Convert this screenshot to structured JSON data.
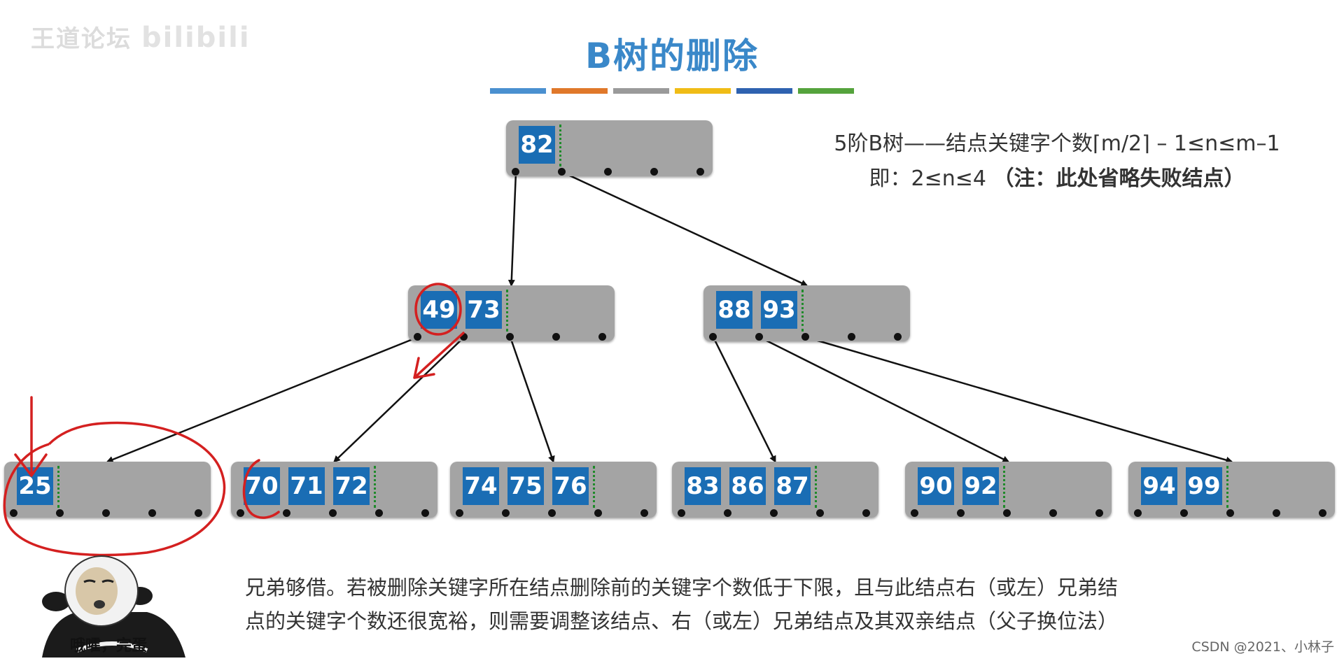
{
  "watermark": {
    "text": "王道论坛",
    "logo": "bilibili"
  },
  "title": "B树的删除",
  "title_bar_colors": [
    "#4a90d0",
    "#e0782a",
    "#9a9a9a",
    "#f0bc16",
    "#2e62b0",
    "#55a33c"
  ],
  "info": {
    "line1": "5阶B树——结点关键字个数⌈m/2⌉ – 1≤n≤m–1",
    "line2_prefix": "即：2≤n≤4 ",
    "line2_note": "（注：此处省略失败结点）"
  },
  "tree": {
    "root": {
      "keys": [
        "82"
      ]
    },
    "level1": [
      {
        "keys": [
          "49",
          "73"
        ]
      },
      {
        "keys": [
          "88",
          "93"
        ]
      }
    ],
    "leaves": [
      {
        "keys": [
          "25"
        ]
      },
      {
        "keys": [
          "70",
          "71",
          "72"
        ]
      },
      {
        "keys": [
          "74",
          "75",
          "76"
        ]
      },
      {
        "keys": [
          "83",
          "86",
          "87"
        ]
      },
      {
        "keys": [
          "90",
          "92"
        ]
      },
      {
        "keys": [
          "94",
          "99"
        ]
      }
    ]
  },
  "colors": {
    "node_bg": "#a4a4a4",
    "key_bg": "#1a6db4",
    "title": "#3a88c9",
    "annotation": "#d42020",
    "separator": "#1f8a2a"
  },
  "description": {
    "line1": "兄弟够借。若被删除关键字所在结点删除前的关键字个数低于下限，且与此结点右（或左）兄弟结",
    "line2": "点的关键字个数还很宽裕，则需要调整该结点、右（或左）兄弟结点及其双亲结点（父子换位法）"
  },
  "meme_caption": "哦嚯，完蛋",
  "credit": "CSDN @2021、小林子"
}
